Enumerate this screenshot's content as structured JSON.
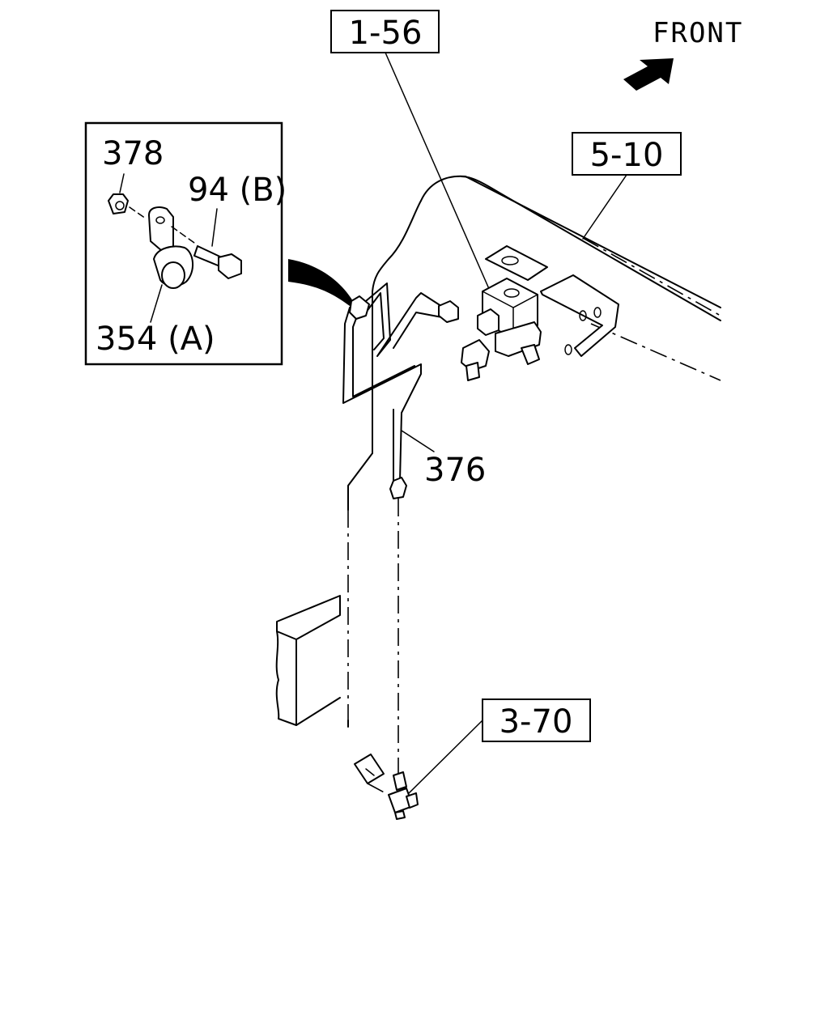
{
  "diagram": {
    "orientation_label": "FRONT",
    "reference_boxes": {
      "valve_ref": "1-56",
      "frame_ref": "5-10",
      "fitting_ref": "3-70"
    },
    "part_labels": {
      "nut": "378",
      "bolt": "94 (B)",
      "clip": "354 (A)",
      "pipe": "376"
    },
    "icons": {
      "front_arrow": "arrow-icon",
      "detail_pointer": "pointer-arrow-icon"
    },
    "colors": {
      "line": "#000000",
      "background": "#ffffff"
    }
  }
}
